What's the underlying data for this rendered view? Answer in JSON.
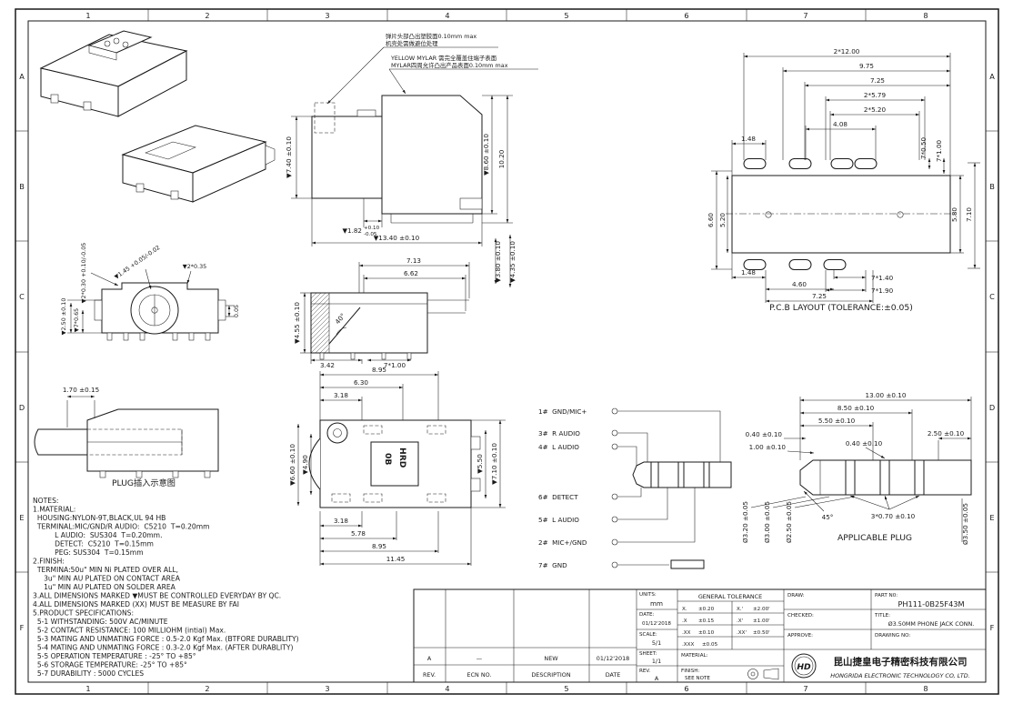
{
  "drawing": {
    "grid_cols": [
      "1",
      "2",
      "3",
      "4",
      "5",
      "6",
      "7",
      "8"
    ],
    "grid_rows": [
      "A",
      "B",
      "C",
      "D",
      "E",
      "F"
    ]
  },
  "callouts": {
    "spring_l1": "弹片头部凸出塑胶面0.10mm max",
    "spring_l2": "机壳处需做避位处理",
    "mylar_l1": "YELLOW MYLAR 需完全覆盖住端子表面",
    "mylar_l2": "MYLAR四周允许凸出产品表面0.10mm max"
  },
  "side_view": {
    "h_left": "▼7.40 ±0.10",
    "h_right": "▼8.60 ±0.10",
    "h_total": "10.20",
    "step": "▼1.82",
    "step_up": "+0.10",
    "step_dn": "-0.05",
    "width": "▼13.40 ±0.10"
  },
  "pcb": {
    "caption": "P.C.B LAYOUT (TOLERANCE:±0.05)",
    "d1": "2*12.00",
    "d2": "9.75",
    "d3": "7.25",
    "d4": "2*5.79",
    "d5": "2*5.20",
    "d6": "4.08",
    "d7": "1.48",
    "d8": "7*0.50",
    "d9": "7*1.00",
    "d10": "5.80",
    "d11": "7.10",
    "d12": "6.60",
    "d13": "5.20",
    "d14": "1.48",
    "d15": "4.60",
    "d16": "7.25",
    "d17": "7*1.40",
    "d18": "7*1.90"
  },
  "front_view": {
    "slot_full": "▼2*0.30 +0.10/-0.05",
    "pin_full": "▼1.45 +0.05/-0.02",
    "tab": "▼2*0.35",
    "h1": "▼2.50 ±0.10",
    "pitch": "▼7*0.65",
    "gap": "0.05"
  },
  "section_view": {
    "w1": "7.13",
    "w2": "6.62",
    "h1": "▼4.55 ±0.10",
    "angle": "40°",
    "w3": "3.42",
    "pitch": "7*1.00",
    "h2": "▼3.80 ±0.10",
    "h3": "▼4.35 ±0.10"
  },
  "plug_insert": {
    "caption": "PLUG插入示意图",
    "dim": "1.70 ±0.15"
  },
  "top_view": {
    "t1": "8.95",
    "t2": "6.30",
    "t3": "3.18",
    "l1": "▼6.60 ±0.10",
    "l2": "▼4.90",
    "r1": "▼5.50",
    "r2": "▼7.10 ±0.10",
    "b1": "3.18",
    "b2": "5.78",
    "b3": "8.95",
    "b4": "11.45",
    "mark1": "HRD",
    "mark2": "0B"
  },
  "wiring": {
    "pin1": "1#  GND/MIC+",
    "pin3": "3#  R AUDIO",
    "pin4": "4#  L AUDIO",
    "pin6": "6#  DETECT",
    "pin5": "5#  L AUDIO",
    "pin2": "2#  MIC+/GND",
    "pin7": "7#  GND"
  },
  "plug": {
    "caption": "APPLICABLE PLUG",
    "len1": "13.00 ±0.10",
    "len2": "8.50 ±0.10",
    "len3": "5.50 ±0.10",
    "seg1": "0.40 ±0.10",
    "seg2": "1.00 ±0.10",
    "seg3": "0.40 ±0.10",
    "seg4": "2.50 ±0.10",
    "dia1": "Ø3.20 ±0.05",
    "dia2": "Ø3.00 ±0.05",
    "dia3": "Ø2.50 ±0.05",
    "dia4": "Ø3.50 ±0.05",
    "angle": "45°",
    "rings": "3*0.70 ±0.10"
  },
  "notes": {
    "title": "NOTES:",
    "lines": [
      "1.MATERIAL:",
      "  HOUSING:NYLON-9T,BLACK,UL 94 HB",
      "  TERMINAL:MIC/GND/R AUDIO:  C5210  T=0.20mm",
      "          L AUDIO:  SUS304  T=0.20mm.",
      "          DETECT:  C5210  T=0.15mm",
      "          PEG: SUS304  T=0.15mm",
      "2.FINISH:",
      "  TERMINA:50u\" MIN Ni PLATED OVER ALL,",
      "     3u\" MIN AU PLATED ON CONTACT AREA",
      "     1u\" MIN AU PLATED ON SOLDER AREA",
      "3.ALL DIMENSIONS MARKED ▼MUST BE CONTROLLED EVERYDAY BY QC.",
      "4.ALL DIMENSIONS MARKED (XX) MUST BE MEASURE BY FAI",
      "5.PRODUCT SPECIFICATIONS:",
      "  5-1 WITHSTANDING: 500V AC/MINUTE",
      "  5-2 CONTACT RESISTANCE: 100 MILLIOHM (intial) Max.",
      "  5-3 MATING AND UNMATING FORCE : 0.5-2.0 Kgf Max. (BTFORE DURABLITY)",
      "  5-4 MATING AND UNMATING FORCE : 0.3-2.0 Kgf Max. (AFTER DURABLITY)",
      "  5-5 OPERATION TEMPERATURE : -25° TO +85°",
      "  5-6 STORAGE TEMPERATURE: -25° TO +85°",
      "  5-7 DURABILITY : 5000 CYCLES"
    ]
  },
  "tb": {
    "units_label": "UNITS:",
    "units_value": "mm",
    "date_label": "DATE:",
    "date_value": "01/12'2018",
    "scale_label": "SCALE:",
    "scale_value": "5/1",
    "sheet_label": "SHEET:",
    "sheet_value": "1/1",
    "rev_label": "REV.",
    "rev_value": "A",
    "tol_header": "GENERAL TOLERANCE",
    "tol_r1c1": "X.",
    "tol_r1c2": "±0.20",
    "tol_r1c3": "X.'",
    "tol_r1c4": "±2.00'",
    "tol_r2c1": ".X",
    "tol_r2c2": "±0.15",
    "tol_r2c3": ".X'",
    "tol_r2c4": "±1.00'",
    "tol_r3c1": ".XX",
    "tol_r3c2": "±0.10",
    "tol_r3c3": ".XX'",
    "tol_r3c4": "±0.50'",
    "tol_r4c1": ".XXX",
    "tol_r4c2": "±0.05",
    "material_label": "MATERIAL:",
    "finish_label": "FINISH:",
    "finish_value": "SEE NOTE",
    "draw_label": "DRAW:",
    "part_label": "PART N0:",
    "part_value": "PH111-0B25F43M",
    "checked_label": "CHECKED:",
    "title_label": "TITLE:",
    "title_value": "Ø3.50MM PHONE JACK CONN.",
    "approve_label": "APPROVE:",
    "drawing_no_label": "DRAWING NO:",
    "company_cn": "昆山捷皇电子精密科技有限公司",
    "company_en": "HONGRIDA ELECTRONIC TECHNOLOGY CO, LTD.",
    "logo": "HD",
    "rh1": "REV.",
    "rh2": "ECN NO.",
    "rh3": "DESCRIPTION",
    "rh4": "DATE",
    "rr1": "A",
    "rr2": "—",
    "rr3": "NEW",
    "rr4": "01/12'2018"
  }
}
